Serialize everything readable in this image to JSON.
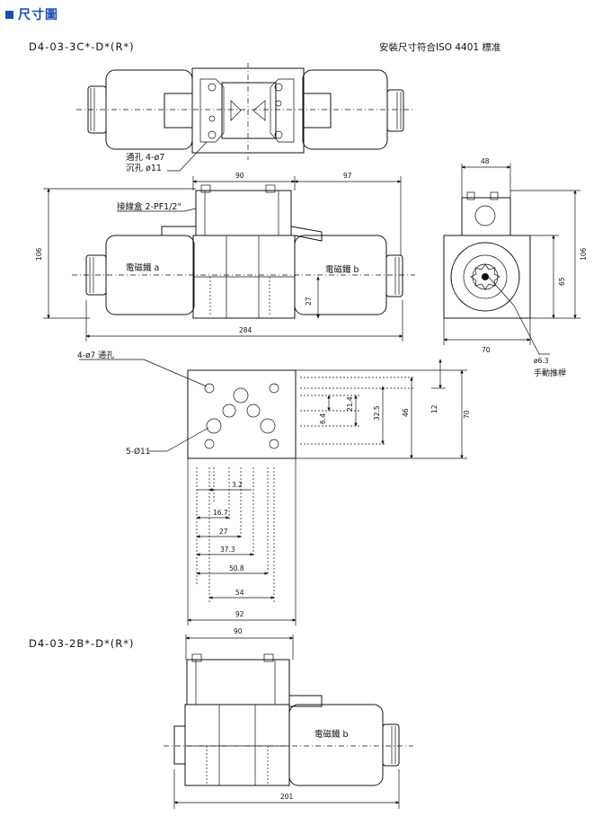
{
  "header": {
    "title": "尺寸圖"
  },
  "section1": {
    "model": "D4-03-3C*-D*(R*)",
    "note": "安裝尺寸符合ISO 4401 標准",
    "top_view": {
      "hole_label": "通孔 4-ø7",
      "counterbore_label": "沉孔 ø11"
    },
    "front_view": {
      "conduit_label": "接線盒 2-PF1/2\"",
      "solenoid_a": "電磁鐵 a",
      "solenoid_b": "電磁鐵 b",
      "dim_90": "90",
      "dim_97": "97",
      "dim_106": "106",
      "dim_27": "27",
      "dim_284": "284"
    },
    "side_view": {
      "dim_48": "48",
      "dim_106": "106",
      "dim_65": "65",
      "dim_70": "70",
      "dim_63": "ø6.3",
      "manual_label": "手動推桿"
    }
  },
  "mounting": {
    "hole_4_label": "4-ø7 通孔",
    "hole_5_label": "5-Ø11",
    "horizontal_dims": [
      "3.2",
      "16.7",
      "27",
      "37.3",
      "50.8",
      "54",
      "92"
    ],
    "vertical_dims": [
      "6.4",
      "21.4",
      "32.5",
      "46",
      "12",
      "70"
    ]
  },
  "section2": {
    "model": "D4-03-2B*-D*(R*)",
    "dim_90": "90",
    "solenoid_b": "電磁鐵 b",
    "dim_201": "201"
  }
}
